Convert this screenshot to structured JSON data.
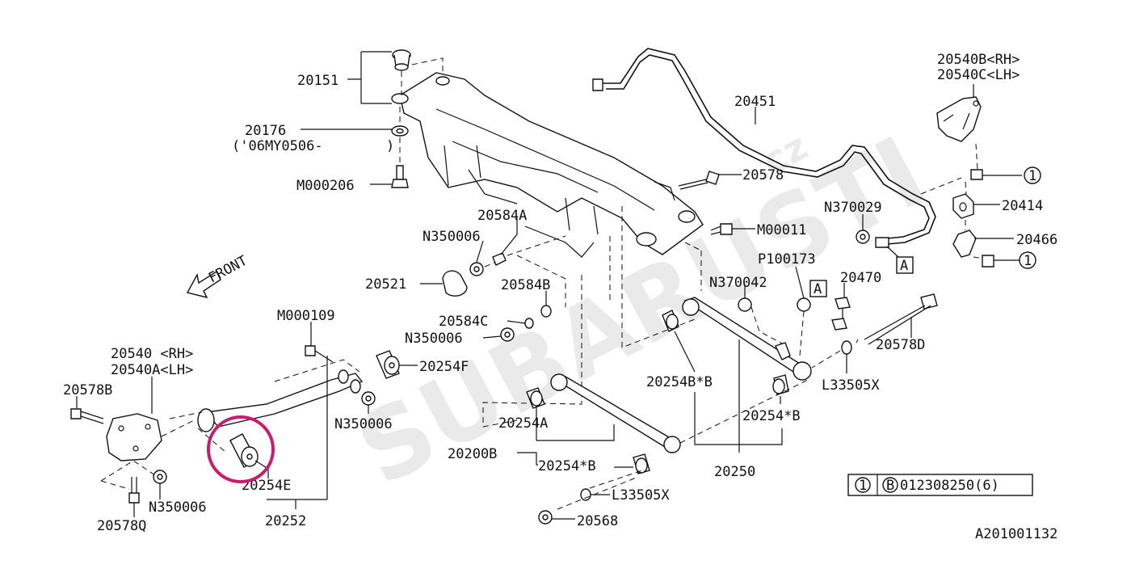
{
  "watermark": {
    "text": "SUBARUSTI",
    "suffix": ".cz"
  },
  "front_label": "FRONT",
  "callouts": {
    "p20151": "20151",
    "p20176": "20176",
    "p20176_note": "('06MY0506-",
    "p20176_note_end": ")",
    "m000206": "M000206",
    "p20584a": "20584A",
    "n350006_a": "N350006",
    "p20521": "20521",
    "p20584b": "20584B",
    "p20584c": "20584C",
    "n350006_b": "N350006",
    "m000109": "M000109",
    "p20540_rh": "20540 <RH>",
    "p20540a_lh": "20540A<LH>",
    "p20578b": "20578B",
    "p20254f": "20254F",
    "n350006_c": "N350006",
    "p20254e": "20254E",
    "n350006_d": "N350006",
    "p20578q": "20578Q",
    "p20252": "20252",
    "p20451": "20451",
    "p20578": "20578",
    "m00011": "M00011",
    "n370029": "N370029",
    "box_a1": "A",
    "p20540b_rh": "20540B<RH>",
    "p20540c_lh": "20540C<LH>",
    "p20414": "20414",
    "p20466": "20466",
    "circle_1a": "1",
    "circle_1b": "1",
    "p100173": "P100173",
    "n370042": "N370042",
    "box_a2": "A",
    "p20470": "20470",
    "p20578d": "20578D",
    "l33505x_a": "L33505X",
    "p20254bb": "20254B*B",
    "p20254sb": "20254*B",
    "p20254a": "20254A",
    "p20200b": "20200B",
    "p20254sb2": "20254*B",
    "p20250": "20250",
    "l33505x_b": "L33505X",
    "p20568": "20568"
  },
  "legend": {
    "circle": "1",
    "code_circle": "B",
    "code": "012308250(6)"
  },
  "diagram_id": "A201001132",
  "highlight_color": "#cc1a6e"
}
